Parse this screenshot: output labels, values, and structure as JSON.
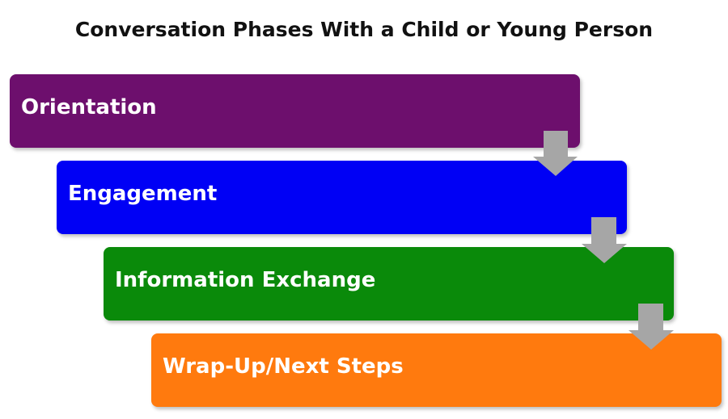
{
  "title": "Conversation Phases With a Child or Young Person",
  "phases": [
    {
      "label": "Orientation",
      "color": "#6d0f6d"
    },
    {
      "label": "Engagement",
      "color": "#0000f5"
    },
    {
      "label": "Information Exchange",
      "color": "#0a8a0a"
    },
    {
      "label": "Wrap-Up/Next Steps",
      "color": "#ff7a0e"
    }
  ],
  "arrow_color": "#a6a6a6"
}
